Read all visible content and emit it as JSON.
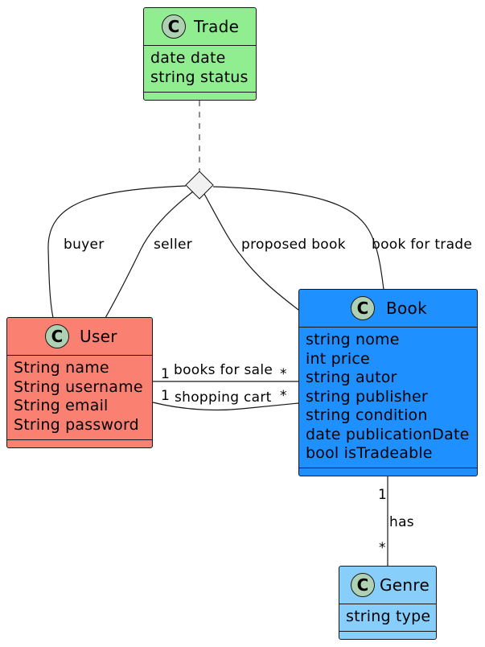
{
  "classes": {
    "trade": {
      "name": "Trade",
      "stereotype": "C",
      "color": "#90ee90",
      "attributes": [
        "date date",
        "string status"
      ]
    },
    "user": {
      "name": "User",
      "stereotype": "C",
      "color": "#fa8072",
      "attributes": [
        "String name",
        "String username",
        "String email",
        "String password"
      ]
    },
    "book": {
      "name": "Book",
      "stereotype": "C",
      "color": "#1e90ff",
      "attributes": [
        "string nome",
        "int price",
        "string autor",
        "string publisher",
        "string condition",
        "date publicationDate",
        "bool isTradeable"
      ]
    },
    "genre": {
      "name": "Genre",
      "stereotype": "C",
      "color": "#87cefa",
      "attributes": [
        "string type"
      ]
    }
  },
  "relations": {
    "buyer": "buyer",
    "seller": "seller",
    "proposed_book": "proposed book",
    "book_for_trade": "book for trade",
    "books_for_sale": {
      "label": "books for sale",
      "from_mult": "1",
      "to_mult": "*"
    },
    "shopping_cart": {
      "label": "shopping cart",
      "from_mult": "1",
      "to_mult": "*"
    },
    "has": {
      "label": "has",
      "from_mult": "1",
      "to_mult": "*"
    }
  }
}
